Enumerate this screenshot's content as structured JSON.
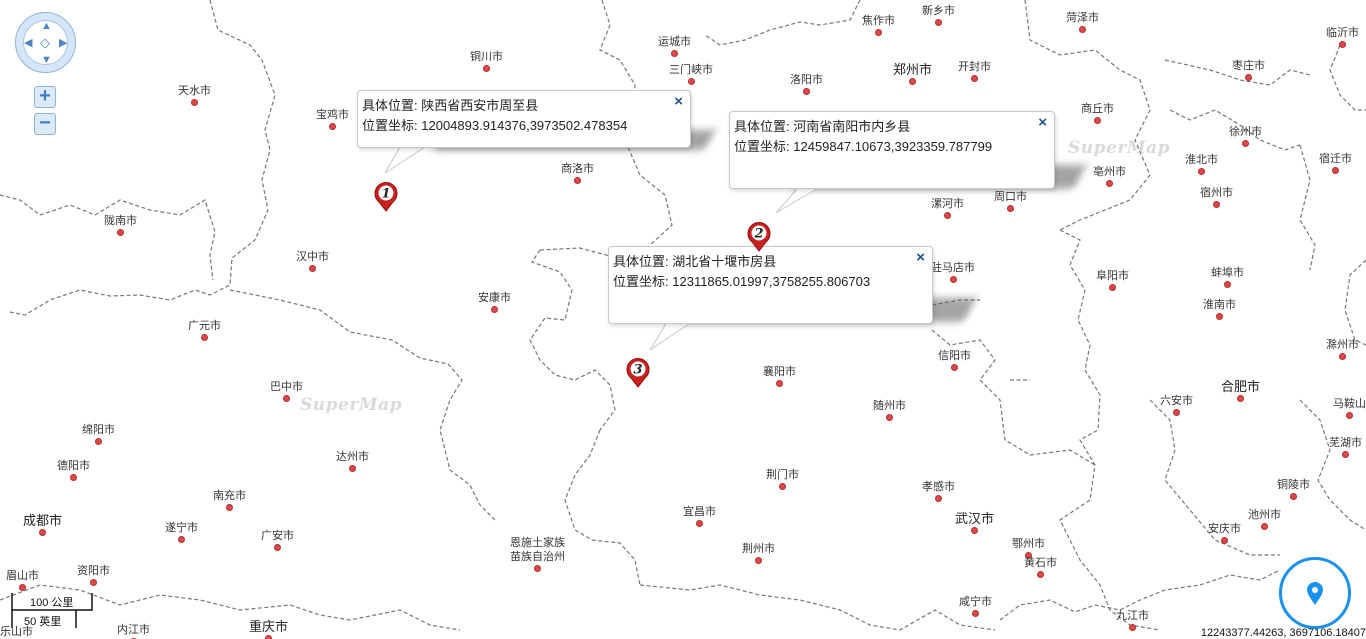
{
  "map": {
    "watermark": "SuperMap",
    "cities": [
      {
        "name": "天水市"
      },
      {
        "name": "宝鸡市"
      },
      {
        "name": "铜川市"
      },
      {
        "name": "运城市"
      },
      {
        "name": "三门峡市"
      },
      {
        "name": "洛阳市"
      },
      {
        "name": "郑州市",
        "major": true
      },
      {
        "name": "开封市"
      },
      {
        "name": "焦作市"
      },
      {
        "name": "新乡市"
      },
      {
        "name": "菏泽市"
      },
      {
        "name": "临沂市"
      },
      {
        "name": "枣庄市"
      },
      {
        "name": "商丘市"
      },
      {
        "name": "徐州市"
      },
      {
        "name": "宿迁市"
      },
      {
        "name": "淮北市"
      },
      {
        "name": "亳州市"
      },
      {
        "name": "宿州市"
      },
      {
        "name": "商洛市"
      },
      {
        "name": "漯河市"
      },
      {
        "name": "周口市"
      },
      {
        "name": "陇南市"
      },
      {
        "name": "汉中市"
      },
      {
        "name": "安康市"
      },
      {
        "name": "广元市"
      },
      {
        "name": "驻马店市"
      },
      {
        "name": "阜阳市"
      },
      {
        "name": "蚌埠市"
      },
      {
        "name": "淮南市"
      },
      {
        "name": "滁州市"
      },
      {
        "name": "信阳市"
      },
      {
        "name": "巴中市"
      },
      {
        "name": "襄阳市"
      },
      {
        "name": "随州市"
      },
      {
        "name": "六安市"
      },
      {
        "name": "合肥市",
        "major": true
      },
      {
        "name": "马鞍山"
      },
      {
        "name": "绵阳市"
      },
      {
        "name": "达州市"
      },
      {
        "name": "德阳市"
      },
      {
        "name": "芜湖市"
      },
      {
        "name": "南充市"
      },
      {
        "name": "荆门市"
      },
      {
        "name": "孝感市"
      },
      {
        "name": "铜陵市"
      },
      {
        "name": "成都市",
        "major": true
      },
      {
        "name": "遂宁市"
      },
      {
        "name": "广安市"
      },
      {
        "name": "宜昌市"
      },
      {
        "name": "武汉市",
        "major": true
      },
      {
        "name": "池州市"
      },
      {
        "name": "安庆市"
      },
      {
        "name": "恩施土家族"
      },
      {
        "name": "苗族自治州"
      },
      {
        "name": "鄂州市"
      },
      {
        "name": "黄石市"
      },
      {
        "name": "荆州市"
      },
      {
        "name": "眉山市"
      },
      {
        "name": "资阳市"
      },
      {
        "name": "咸宁市"
      },
      {
        "name": "九江市"
      },
      {
        "name": "乐山市"
      },
      {
        "name": "内江市"
      },
      {
        "name": "重庆市",
        "major": true
      }
    ]
  },
  "popups": [
    {
      "label": "具体位置:",
      "location": "陕西省西安市周至县",
      "coord_label": "位置坐标:",
      "coords": "12004893.914376,3973502.478354",
      "close": "×",
      "marker": "1"
    },
    {
      "label": "具体位置:",
      "location": "河南省南阳市内乡县",
      "coord_label": "位置坐标:",
      "coords": "12459847.10673,3923359.787799",
      "close": "×",
      "marker": "2"
    },
    {
      "label": "具体位置:",
      "location": "湖北省十堰市房县",
      "coord_label": "位置坐标:",
      "coords": "12311865.01997,3758255.806703",
      "close": "×",
      "marker": "3"
    }
  ],
  "controls": {
    "zoom_in": "+",
    "zoom_out": "−",
    "pan_up": "▲",
    "pan_down": "▼",
    "pan_left": "◀",
    "pan_right": "▶",
    "pan_center": "◇"
  },
  "scale": {
    "km": "100 公里",
    "mi": "50 英里"
  },
  "status": {
    "cursor_coords": "12243377.44263, 3697106.18407"
  },
  "colors": {
    "city_dot": "#e04848",
    "marker": "#c8201e",
    "border_line": "#777777",
    "popup_close": "#1d4f91",
    "locate_ring": "#1a90ef"
  }
}
